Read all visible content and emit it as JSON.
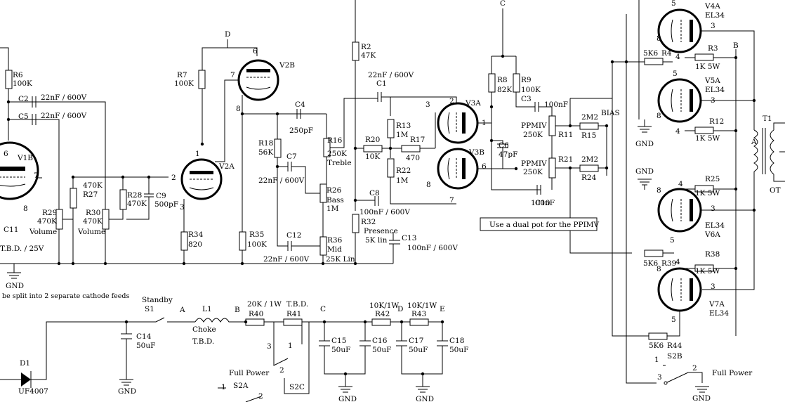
{
  "nodes": {
    "A": "A",
    "B": "B",
    "C": "C",
    "D": "D",
    "E": "E"
  },
  "tubes": {
    "v1b": "V1B",
    "v2a": "V2A",
    "v2b": "V2B",
    "v3a": "V3A",
    "v3b": "V3B",
    "v4a": "V4A",
    "v4a_type": "EL34",
    "v5a": "V5A",
    "v5a_type": "EL34",
    "v6a": "V6A",
    "v6a_type": "EL34",
    "v7a": "V7A",
    "v7a_type": "EL34"
  },
  "pins": {
    "p1": "1",
    "p2": "2",
    "p3": "3",
    "p4": "4",
    "p5": "5",
    "p6": "6",
    "p7": "7",
    "p8": "8"
  },
  "resistors": {
    "r6": "R6",
    "r6v": "100K",
    "r7": "R7",
    "r7v": "100K",
    "r2": "R2",
    "r2v": "47K",
    "r8": "R8",
    "r8v": "82K",
    "r9": "R9",
    "r9v": "100K",
    "r13": "R13",
    "r13v": "1M",
    "r17": "R17",
    "r17v": "470",
    "r20": "R20",
    "r20v": "10K",
    "r22": "R22",
    "r22v": "1M",
    "r16": "R16",
    "r16v": "250K",
    "r16n": "Treble",
    "r18": "R18",
    "r18v": "56K",
    "r26": "R26",
    "r26n": "Bass",
    "r26v": "1M",
    "r36": "R36",
    "r36n": "Mid",
    "r36v": "25K Lin",
    "r32": "R32",
    "r32n": "Presence",
    "r32v": "5K lin",
    "r35": "R35",
    "r35v": "100K",
    "r34": "R34",
    "r34v": "820",
    "r27": "R27",
    "r27v": "470K",
    "r27a": "470K",
    "r28": "R28",
    "r28v": "470K",
    "r29": "R29",
    "r29v": "470K",
    "r29n": "Volume",
    "r30": "R30",
    "r30v": "470K",
    "r30n": "Volume",
    "r11": "R11",
    "r11n": "PPMIV",
    "r11v": "250K",
    "r21": "R21",
    "r21n": "PPMIV",
    "r21v": "250K",
    "r15": "R15",
    "r15v": "2M2",
    "r24": "R24",
    "r24v": "2M2",
    "bias": "BIAS",
    "r4": "R4",
    "r4v": "5K6",
    "r3": "R3",
    "r3v": "1K 5W",
    "r12": "R12",
    "r12v": "1K 5W",
    "r25": "R25",
    "r25v": "1K 5W",
    "r38": "R38",
    "r38v": "1K 5W",
    "r39": "R39",
    "r39v": "5K6",
    "r44": "R44",
    "r44v": "5K6",
    "r40": "R40",
    "r40v": "20K / 1W",
    "r41": "R41",
    "r41v": "T.B.D.",
    "r42": "R42",
    "r42v": "10K/1W",
    "r43": "R43",
    "r43v": "10K/1W"
  },
  "capacitors": {
    "c2": "C2",
    "c2v": "22nF / 600V",
    "c5": "C5",
    "c5v": "22nF / 600V",
    "c1": "C1",
    "c1v": "22nF / 600V",
    "c3": "C3",
    "c3v": "100nF",
    "c4": "C4",
    "c4v": "250pF",
    "c7": "C7",
    "c7v": "22nF / 600V",
    "c12": "C12",
    "c12v": "22nF / 600V",
    "c8": "C8",
    "c8v": "100nF / 600V",
    "c13": "C13",
    "c13v": "100nF / 600V",
    "c6": "C6",
    "c6v": "47pF",
    "c9": "C9",
    "c9v": "500pF",
    "c10": "C10",
    "c10v": "100nF",
    "c11": "C11",
    "c11v": "T.B.D. / 25V",
    "c14": "C14",
    "c14v": "50uF",
    "c15": "C15",
    "c15v": "50uF",
    "c16": "C16",
    "c16v": "50uF",
    "c17": "C17",
    "c17v": "50uF",
    "c18": "C18",
    "c18v": "50uF"
  },
  "misc": {
    "l1": "L1",
    "l1n": "Choke",
    "l1v": "T.B.D.",
    "s1": "S1",
    "s1n": "Standby",
    "d1": "D1",
    "d1v": "UF4007",
    "t1": "T1",
    "ot": "OT",
    "gnd": "GND",
    "s2a": "S2A",
    "s2b": "S2B",
    "s2c": "S2C",
    "full_power": "Full Power",
    "note_split": "be split into 2 separate cathode feeds",
    "note_ppimv": "Use a dual pot for the PPIMV"
  }
}
